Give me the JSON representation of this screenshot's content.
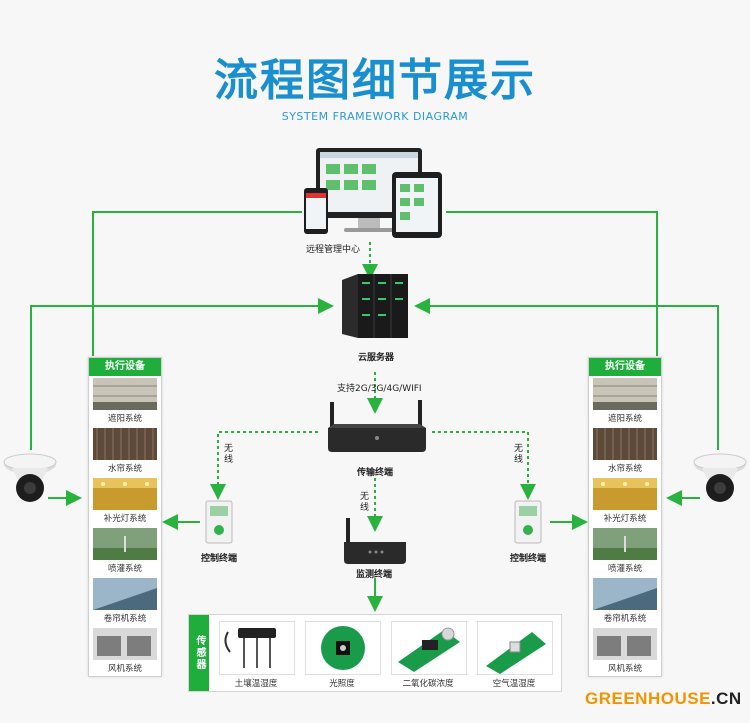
{
  "header": {
    "title": "流程图细节展示",
    "subtitle": "SYSTEM FRAMEWORK DIAGRAM"
  },
  "nodes": {
    "remote_center": "远程管理中心",
    "cloud_server": "云服务器",
    "network": "支持2G/3G/4G/WIFI",
    "transfer_terminal": "传输终端",
    "monitor_terminal": "监测终端",
    "control_terminal_left": "控制终端",
    "control_terminal_right": "控制终端",
    "wireless_left": "无线",
    "wireless_right": "无线",
    "wireless_center": "无线"
  },
  "left_panel": {
    "heading": "执行设备",
    "items": [
      {
        "label": "遮阳系统"
      },
      {
        "label": "水帘系统"
      },
      {
        "label": "补光灯系统"
      },
      {
        "label": "喷灌系统"
      },
      {
        "label": "卷帘机系统"
      },
      {
        "label": "风机系统"
      }
    ]
  },
  "right_panel": {
    "heading": "执行设备",
    "items": [
      {
        "label": "遮阳系统"
      },
      {
        "label": "水帘系统"
      },
      {
        "label": "补光灯系统"
      },
      {
        "label": "喷灌系统"
      },
      {
        "label": "卷帘机系统"
      },
      {
        "label": "风机系统"
      }
    ]
  },
  "sensors": {
    "heading": "传感器",
    "items": [
      {
        "label": "土壤温湿度"
      },
      {
        "label": "光照度"
      },
      {
        "label": "二氧化碳浓度"
      },
      {
        "label": "空气温湿度"
      }
    ]
  },
  "brand": {
    "name": "GREENHOUSE",
    "suffix": ".CN"
  },
  "colors": {
    "title": "#1a8fd0",
    "accent_green": "#1fae3c",
    "line_green": "#29b33e",
    "brand_orange": "#f29400"
  }
}
